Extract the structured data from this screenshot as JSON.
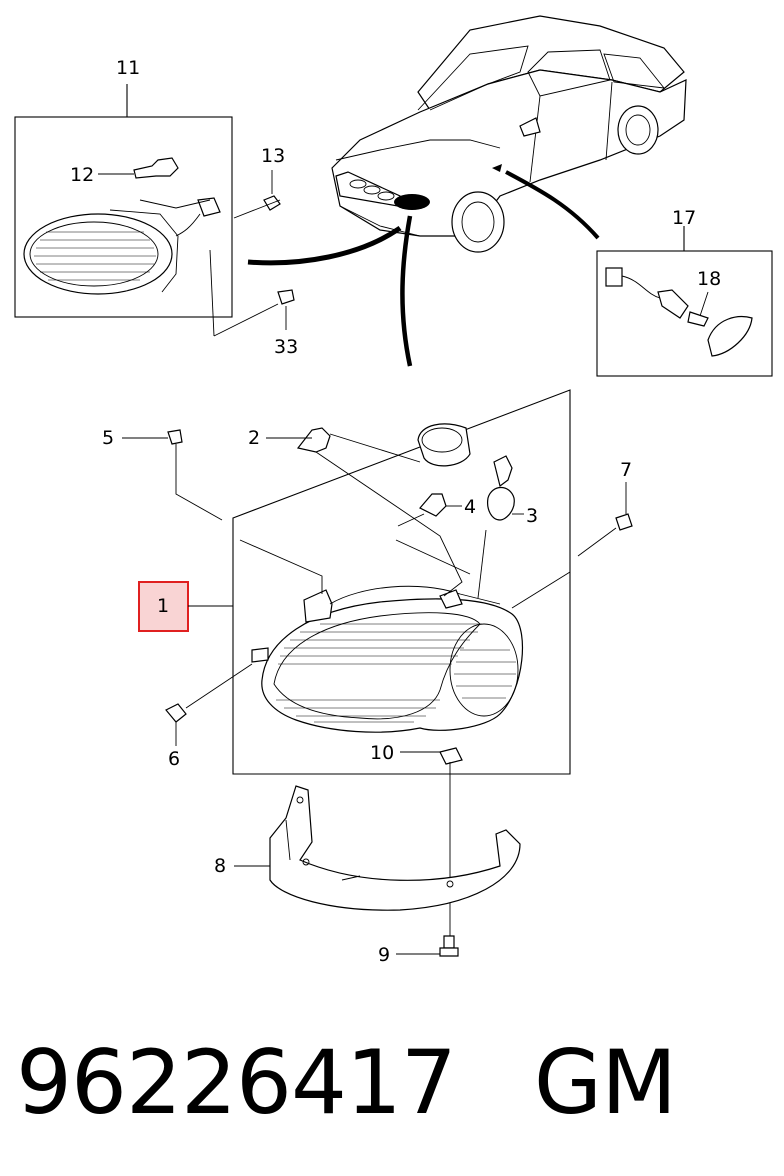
{
  "callouts": {
    "c1": "1",
    "c2": "2",
    "c3": "3",
    "c4": "4",
    "c5": "5",
    "c6": "6",
    "c7": "7",
    "c8": "8",
    "c9": "9",
    "c10": "10",
    "c11": "11",
    "c12": "12",
    "c13": "13",
    "c17": "17",
    "c18": "18",
    "c33": "33"
  },
  "highlighted_callout": "1",
  "highlight_color": "#e02020",
  "highlight_fill": "#f9d4d4",
  "footer": {
    "part_number": "96226417",
    "brand": "GM"
  }
}
